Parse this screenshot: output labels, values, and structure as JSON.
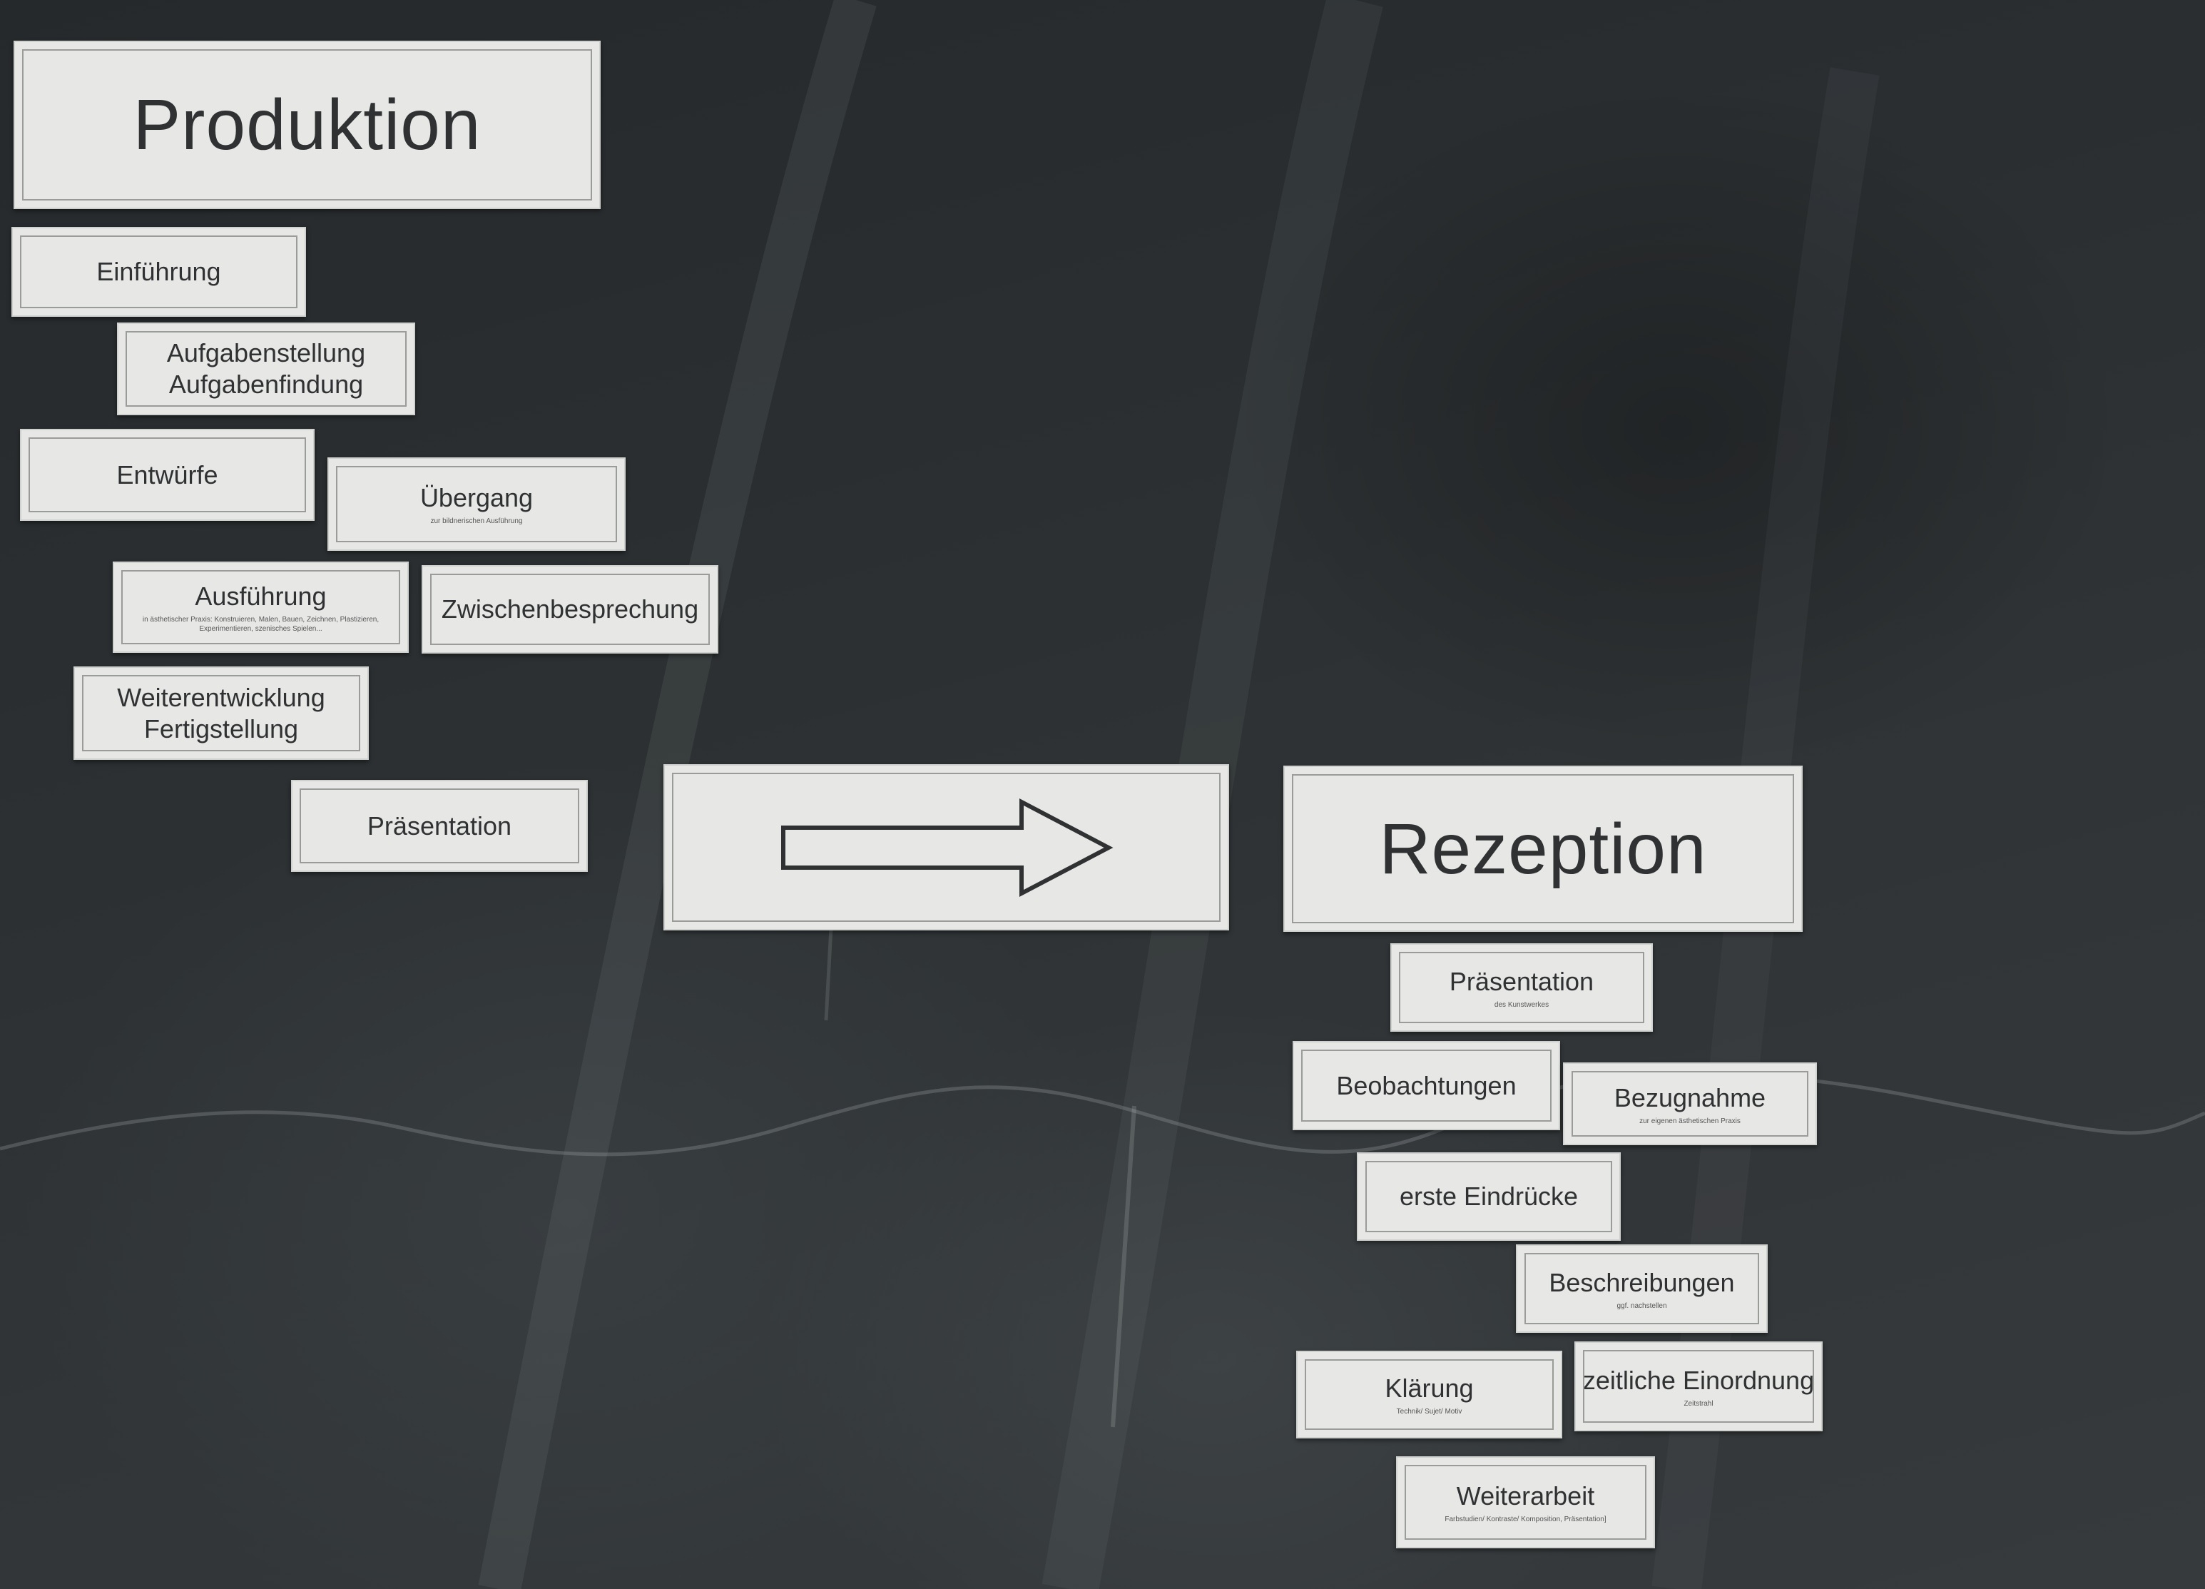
{
  "production": {
    "heading": "Produktion",
    "cards": {
      "einfuehrung": {
        "title": "Einführung"
      },
      "aufgaben": {
        "line1": "Aufgabenstellung",
        "line2": "Aufgabenfindung"
      },
      "entwuerfe": {
        "title": "Entwürfe"
      },
      "uebergang": {
        "title": "Übergang",
        "sub": "zur bildnerischen Ausführung"
      },
      "ausfuehrung": {
        "title": "Ausführung",
        "sub": "in ästhetischer Praxis: Konstruieren, Malen, Bauen, Zeichnen, Plastizieren, Experimentieren, szenisches Spielen..."
      },
      "zwischenbesprechung": {
        "title": "Zwischenbesprechung"
      },
      "weiterentwicklung": {
        "line1": "Weiterentwicklung",
        "line2": "Fertigstellung"
      },
      "praesentation": {
        "title": "Präsentation"
      }
    }
  },
  "arrow": {
    "icon": "right-arrow-icon"
  },
  "reception": {
    "heading": "Rezeption",
    "cards": {
      "praesentation": {
        "title": "Präsentation",
        "sub": "des Kunstwerkes"
      },
      "beobachtungen": {
        "title": "Beobachtungen"
      },
      "bezugnahme": {
        "title": "Bezugnahme",
        "sub": "zur eigenen ästhetischen Praxis"
      },
      "erste_eindruecke": {
        "title": "erste Eindrücke"
      },
      "beschreibungen": {
        "title": "Beschreibungen",
        "sub": "ggf. nachstellen"
      },
      "klaerung": {
        "title": "Klärung",
        "sub": "Technik/ Sujet/ Motiv"
      },
      "zeitliche_einordnung": {
        "title": "zeitliche Einordnung",
        "sub": "Zeitstrahl"
      },
      "weiterarbeit": {
        "title": "Weiterarbeit",
        "sub": "Farbstudien/ Kontraste/ Komposition, Präsentation]"
      }
    }
  },
  "colors": {
    "board": "#2b2f31",
    "card": "#e7e8e6",
    "text": "#2f3133"
  }
}
